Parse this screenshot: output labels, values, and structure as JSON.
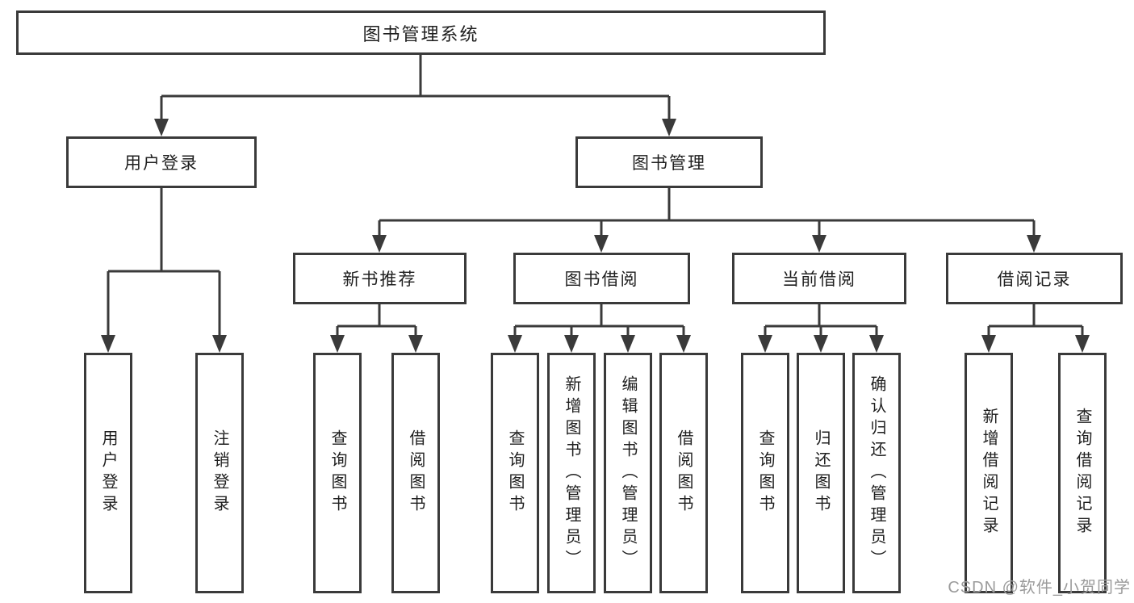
{
  "style": {
    "background": "#ffffff",
    "line_color": "#3a3a3a",
    "text_color": "#1f1f1f",
    "watermark_color": "#9b9b9b"
  },
  "watermark": {
    "label": "CSDN @软件_小贺同学"
  },
  "tree": {
    "root": {
      "label": "图书管理系统"
    },
    "children": [
      {
        "label": "用户登录",
        "children": [
          {
            "label": "用户登录"
          },
          {
            "label": "注销登录"
          }
        ]
      },
      {
        "label": "图书管理",
        "children": [
          {
            "label": "新书推荐",
            "children": [
              {
                "label": "查询图书"
              },
              {
                "label": "借阅图书"
              }
            ]
          },
          {
            "label": "图书借阅",
            "children": [
              {
                "label": "查询图书"
              },
              {
                "label": "新增图书（管理员）"
              },
              {
                "label": "编辑图书（管理员）"
              },
              {
                "label": "借阅图书"
              }
            ]
          },
          {
            "label": "当前借阅",
            "children": [
              {
                "label": "查询图书"
              },
              {
                "label": "归还图书"
              },
              {
                "label": "确认归还（管理员）"
              }
            ]
          },
          {
            "label": "借阅记录",
            "children": [
              {
                "label": "新增借阅记录"
              },
              {
                "label": "查询借阅记录"
              }
            ]
          }
        ]
      }
    ]
  }
}
